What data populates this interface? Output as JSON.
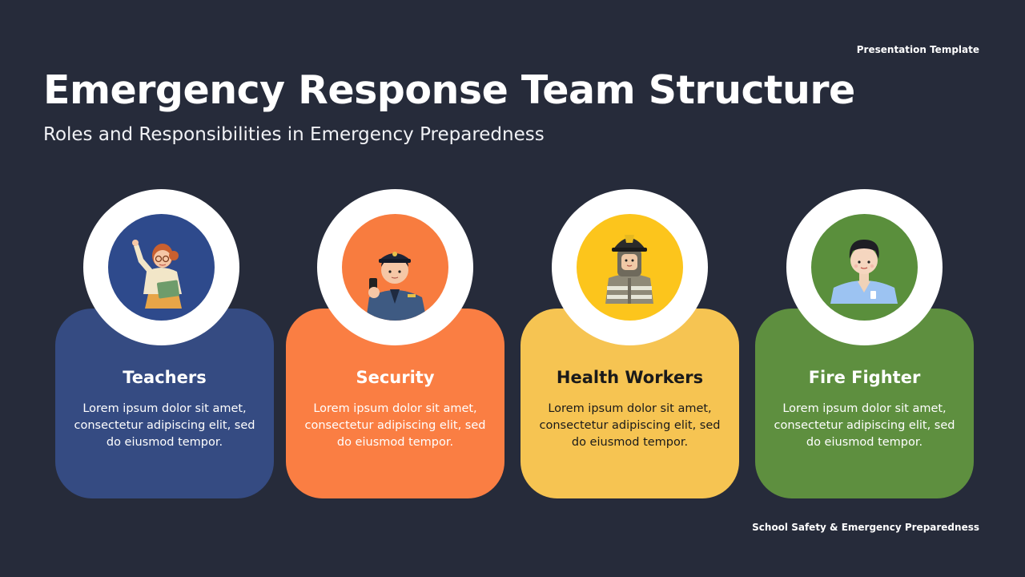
{
  "header": {
    "tag": "Presentation Template",
    "title": "Emergency Response Team Structure",
    "subtitle": "Roles and Responsibilities in Emergency Preparedness"
  },
  "footer": {
    "text": "School Safety & Emergency Preparedness"
  },
  "cards": [
    {
      "title": "Teachers",
      "description": "Lorem ipsum dolor sit amet, consectetur adipiscing elit, sed do eiusmod tempor.",
      "card_color": "#354B82",
      "badge_color": "#2E4A8C",
      "title_color": "#FFFFFF",
      "text_color": "#FFFFFF",
      "icon": "teacher-icon"
    },
    {
      "title": "Security",
      "description": "Lorem ipsum dolor sit amet, consectetur adipiscing elit, sed do eiusmod tempor.",
      "card_color": "#FA7E43",
      "badge_color": "#F87C3F",
      "title_color": "#FFFFFF",
      "text_color": "#FFFFFF",
      "icon": "security-guard-icon"
    },
    {
      "title": "Health Workers",
      "description": "Lorem ipsum dolor sit amet, consectetur adipiscing elit, sed do eiusmod tempor.",
      "card_color": "#F6C452",
      "badge_color": "#FCC51C",
      "title_color": "#1A1A1A",
      "text_color": "#1A1A1A",
      "icon": "firefighter-icon"
    },
    {
      "title": "Fire Fighter",
      "description": "Lorem ipsum dolor sit amet, consectetur adipiscing elit, sed do eiusmod tempor.",
      "card_color": "#5E8F3F",
      "badge_color": "#5A8F3C",
      "title_color": "#FFFFFF",
      "text_color": "#FFFFFF",
      "icon": "health-worker-icon"
    }
  ]
}
